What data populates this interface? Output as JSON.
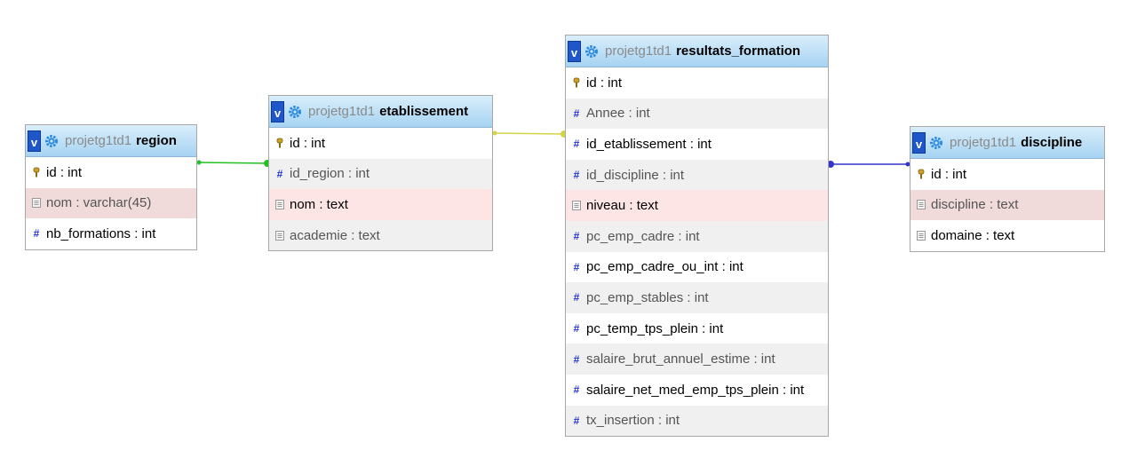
{
  "tables": {
    "region": {
      "db": "projetg1td1",
      "name": "region",
      "fields": [
        {
          "label": "id : int",
          "icon": "key-icon"
        },
        {
          "label": "nom : varchar(45)",
          "icon": "text-field-icon"
        },
        {
          "label": "nb_formations : int",
          "icon": "number-field-icon"
        }
      ]
    },
    "etablissement": {
      "db": "projetg1td1",
      "name": "etablissement",
      "fields": [
        {
          "label": "id : int",
          "icon": "key-icon"
        },
        {
          "label": "id_region : int",
          "icon": "number-field-icon"
        },
        {
          "label": "nom : text",
          "icon": "text-field-icon"
        },
        {
          "label": "academie : text",
          "icon": "text-field-icon"
        }
      ]
    },
    "resultats_formation": {
      "db": "projetg1td1",
      "name": "resultats_formation",
      "fields": [
        {
          "label": "id : int",
          "icon": "key-icon"
        },
        {
          "label": "Annee : int",
          "icon": "number-field-icon"
        },
        {
          "label": "id_etablissement : int",
          "icon": "number-field-icon"
        },
        {
          "label": "id_discipline : int",
          "icon": "number-field-icon"
        },
        {
          "label": "niveau : text",
          "icon": "text-field-icon"
        },
        {
          "label": "pc_emp_cadre : int",
          "icon": "number-field-icon"
        },
        {
          "label": "pc_emp_cadre_ou_int : int",
          "icon": "number-field-icon"
        },
        {
          "label": "pc_emp_stables : int",
          "icon": "number-field-icon"
        },
        {
          "label": "pc_temp_tps_plein : int",
          "icon": "number-field-icon"
        },
        {
          "label": "salaire_brut_annuel_estime : int",
          "icon": "number-field-icon"
        },
        {
          "label": "salaire_net_med_emp_tps_plein : int",
          "icon": "number-field-icon"
        },
        {
          "label": "tx_insertion : int",
          "icon": "number-field-icon"
        }
      ]
    },
    "discipline": {
      "db": "projetg1td1",
      "name": "discipline",
      "fields": [
        {
          "label": "id : int",
          "icon": "key-icon"
        },
        {
          "label": "discipline : text",
          "icon": "text-field-icon"
        },
        {
          "label": "domaine : text",
          "icon": "text-field-icon"
        }
      ]
    }
  },
  "toggle_label": "v",
  "colors": {
    "header_top": "#d9eefb",
    "header_bottom": "#a6d3f2",
    "link_region_etablissement": "#22c022",
    "link_etablissement_resultats": "#d4d447",
    "link_discipline_resultats": "#3333cc",
    "row_highlight": "#fde5e5",
    "row_alt": "#f0f0f0"
  }
}
